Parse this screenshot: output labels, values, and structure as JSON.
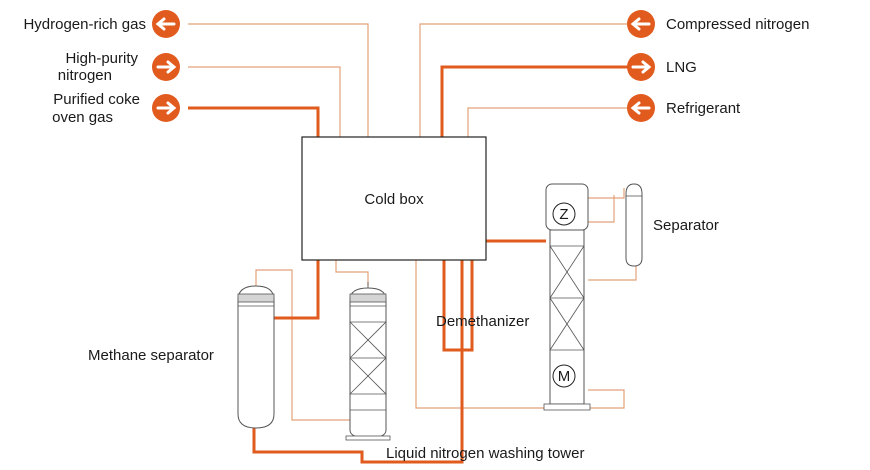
{
  "colors": {
    "thick_pipe": "#e25b1e",
    "thin_pipe": "#e2a27a",
    "arrow_fill": "#e25b1e",
    "arrow_glyph": "#ffffff",
    "vessel_stroke": "#555555"
  },
  "streams": {
    "hydrogen_rich_gas": {
      "label": "Hydrogen-rich gas",
      "direction": "out",
      "icon": "arrow-left-icon"
    },
    "high_purity_nitrogen": {
      "label_line1": "High-purity",
      "label_line2": "nitrogen",
      "direction": "in",
      "icon": "arrow-right-icon"
    },
    "purified_coke_oven_gas": {
      "label_line1": "Purified coke",
      "label_line2": "oven gas",
      "direction": "in",
      "icon": "arrow-right-icon"
    },
    "compressed_nitrogen": {
      "label": "Compressed nitrogen",
      "direction": "out",
      "icon": "arrow-left-icon"
    },
    "lng": {
      "label": "LNG",
      "direction": "in",
      "icon": "arrow-right-icon"
    },
    "refrigerant": {
      "label": "Refrigerant",
      "direction": "out",
      "icon": "arrow-left-icon"
    }
  },
  "equipment": {
    "cold_box": {
      "label": "Cold box"
    },
    "separator": {
      "label": "Separator"
    },
    "demethanizer": {
      "label": "Demethanizer",
      "top_symbol": "Z",
      "bottom_symbol": "M"
    },
    "methane_separator": {
      "label": "Methane separator"
    },
    "liquid_nitrogen_washing_tower": {
      "label": "Liquid nitrogen washing tower"
    }
  }
}
